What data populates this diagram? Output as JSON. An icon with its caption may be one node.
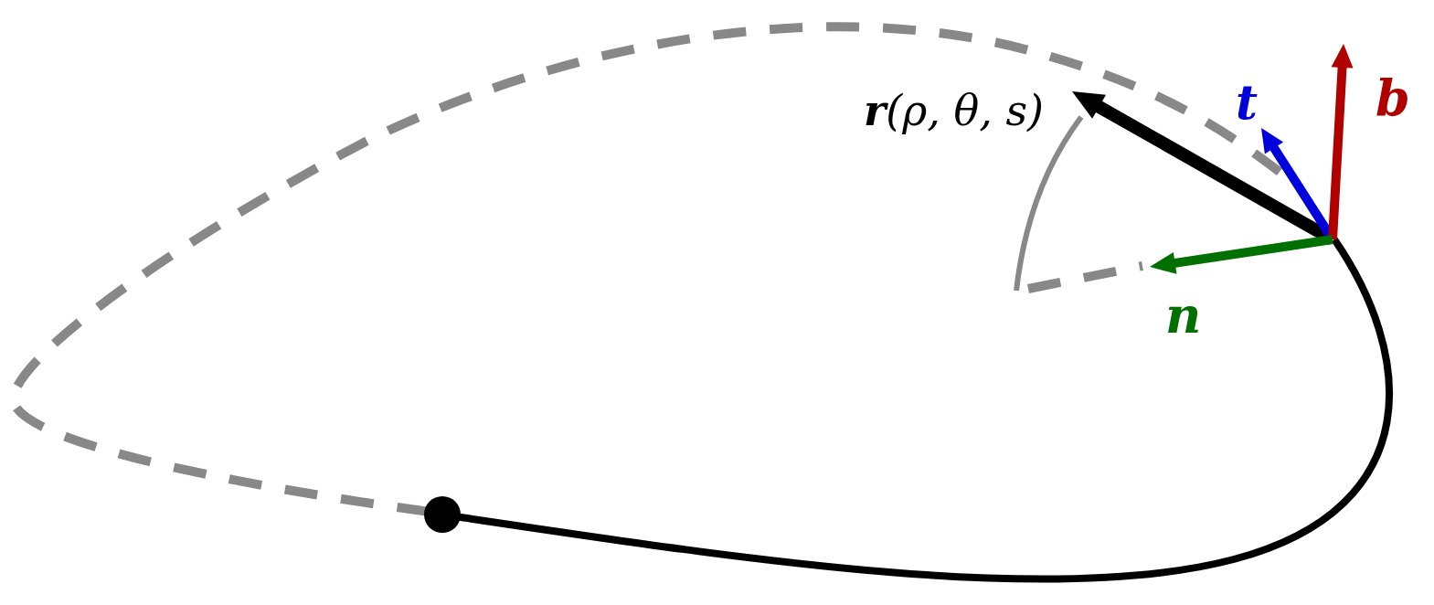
{
  "diagram": {
    "labels": [
      "**r**(ρ, θ, s)",
      "t",
      "b",
      "n"
    ]
  }
}
